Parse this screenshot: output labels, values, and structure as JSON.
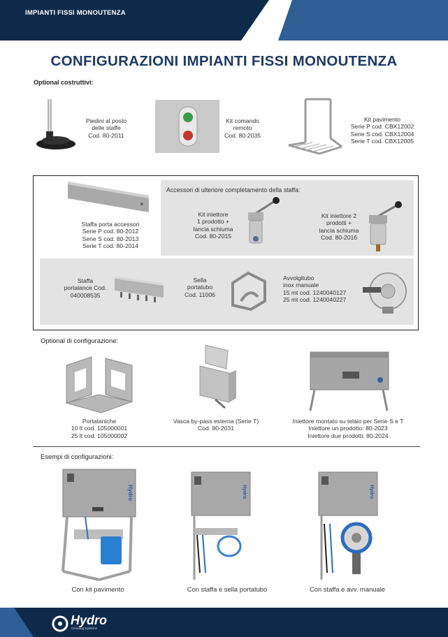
{
  "header": {
    "title": "IMPIANTI FISSI MONOUTENZA"
  },
  "page_title": "CONFIGURAZIONI IMPIANTI FISSI MONOUTENZA",
  "colors": {
    "navy": "#1d3a66",
    "dark_blue": "#0e2a4a",
    "grey_box": "#e3e3e3"
  },
  "optional_costruttivi": {
    "heading": "Optional costruttivi:",
    "piedini": {
      "lines": [
        "Piedini al posto",
        "delle staffe",
        "Cod. 80-2011"
      ]
    },
    "kit_comando": {
      "lines": [
        "Kit comando",
        "remoto",
        "Cod. 80-2035"
      ]
    },
    "kit_pavimento": {
      "lines": [
        "Kit pavimento",
        "Serie P cod. CBX12002",
        "Serie S cod. CBX12004",
        "Serie T cod. CBX12005"
      ]
    }
  },
  "staffa_box": {
    "staffa_porta": {
      "lines": [
        "Staffa porta accessori",
        "Serie P cod. 80-2012",
        "Serie S cod. 80-2013",
        "Serie T cod. 80-2014"
      ]
    },
    "accessori_heading": "Accessori di ulteriore completamento della staffa:",
    "kit_iniettore_1": {
      "lines": [
        "Kit iniettore",
        "1 prodotto +",
        "lancia schiuma",
        "Cod. 80-2015"
      ]
    },
    "kit_iniettore_2": {
      "lines": [
        "Kit iniettore 2",
        "prodotti +",
        "lancia schiuma",
        "Cod. 80-2016"
      ]
    },
    "staffa_portalance": {
      "lines": [
        "Staffa",
        "portalance Cod.",
        "040008535"
      ]
    },
    "sella": {
      "lines": [
        "Sella",
        "portatubo",
        "Cod. 11006"
      ]
    },
    "avvolgitubo": {
      "lines": [
        "Avvolgitubo",
        "inox manuale",
        "15 mt cod. 1240040127",
        "25 mt cod. 1240040227"
      ]
    }
  },
  "optional_configurazione": {
    "heading": "Optional di configurazione:",
    "portataniche": {
      "lines": [
        "Portataniche",
        "10 lt cod. 105000001",
        "25 lt cod. 105000002"
      ]
    },
    "vasca": {
      "lines": [
        "Vasca by-pass esterna (Serie T)",
        "Cod. 80-2031"
      ]
    },
    "iniettore_telaio": {
      "lines": [
        "Iniettore montato su telaio per Serie S e T",
        "Iniettore un prodotto: 80-2023",
        "Iniettore due prodotti: 80-2024"
      ]
    }
  },
  "esempi": {
    "heading": "Esempi di configurazioni:",
    "captions": [
      "Con kit pavimento",
      "Con staffa e sella portatubo",
      "Con staffa e avv. manuale"
    ],
    "unit_label": "Hydro"
  },
  "footer": {
    "brand": "Hydro",
    "tagline": "Cleaning Systems"
  }
}
